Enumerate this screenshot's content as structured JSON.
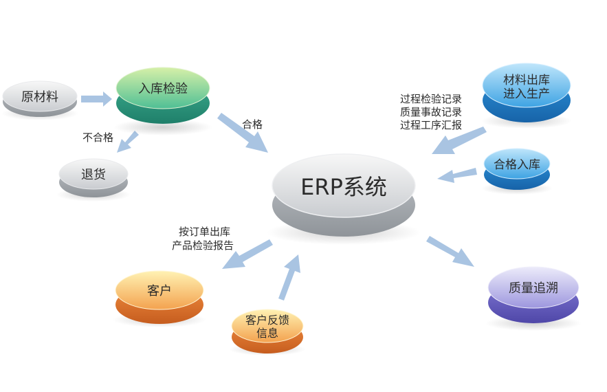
{
  "nodes": {
    "raw_material": {
      "label": "原材料",
      "color": "#9aa0a6"
    },
    "incoming_inspection": {
      "label": "入库检验",
      "color": "#3eb89a"
    },
    "return_goods": {
      "label": "退货",
      "color": "#9aa0a6"
    },
    "erp_system": {
      "label": "ERP系统",
      "color": "#9ea3a8"
    },
    "material_issue": {
      "line1": "材料出库",
      "line2": "进入生产",
      "color": "#1f8fd8"
    },
    "qualified_storage": {
      "label": "合格入库",
      "color": "#1f8fd8"
    },
    "quality_trace": {
      "label": "质量追溯",
      "color": "#6b63c8"
    },
    "customer": {
      "label": "客户",
      "color": "#e87a35"
    },
    "customer_feedback": {
      "line1": "客户反馈",
      "line2": "信息",
      "color": "#e87a35"
    }
  },
  "edge_labels": {
    "qualified": "合格",
    "unqualified": "不合格",
    "process_records": [
      "过程检验记录",
      "质量事故记录",
      "过程工序汇报"
    ],
    "shipment": [
      "按订单出库",
      "产品检验报告"
    ]
  },
  "colors": {
    "arrow": "#a9c4e2",
    "text": "#2b2b2b"
  }
}
